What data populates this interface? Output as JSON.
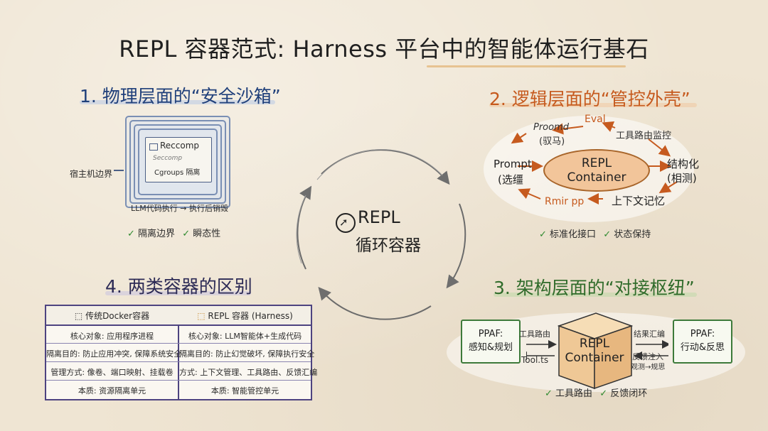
{
  "title": "REPL 容器范式: Harness 平台中的智能体运行基石",
  "section1": {
    "title": "1. 物理层面的“安全沙箱”",
    "card_line1": "Reccomp",
    "card_line2": "Seccomp",
    "card_line3": "Cgroups 隔离",
    "host_label": "宿主机边界",
    "llm_label": "LLM代码执行 → 执行后销毁",
    "checks": [
      "隔离边界",
      "瞬态性"
    ]
  },
  "section2": {
    "title": "2. 逻辑层面的“管控外壳”",
    "container_line1": "REPL",
    "container_line2": "Container",
    "eval": "Eval",
    "proomd": "Proomd",
    "yuma": "(驭马)",
    "tool_monitor": "工具路由监控",
    "prompt": "Prompt",
    "prompt_sub": "(选缰",
    "structured": "结构化",
    "structured_sub": "(相测)",
    "rmir": "Rmir pp",
    "context": "上下文记忆",
    "checks": [
      "标准化接口",
      "状态保持"
    ]
  },
  "center": {
    "line1": "REPL",
    "line2": "循环容器"
  },
  "section4": {
    "title": "4. 两类容器的区别",
    "headers": [
      "传统Docker容器",
      "REPL 容器 (Harness)"
    ],
    "rows": [
      [
        "核心对象: 应用程序进程",
        "核心对象: LLM智能体+生成代码"
      ],
      [
        "隔离目的: 防止应用冲突, 保障系统安全",
        "隔离目的: 防止幻觉破坏, 保障执行安全"
      ],
      [
        "管理方式: 像卷、端口映射、挂载卷",
        "方式: 上下文管理、工具路由、反馈汇编"
      ],
      [
        "本质: 资源隔离单元",
        "本质: 智能管控单元"
      ]
    ]
  },
  "section3": {
    "title": "3. 架构层面的“对接枢纽”",
    "left_box": [
      "PPAF:",
      "感知&规划"
    ],
    "right_box": [
      "PPAF:",
      "行动&反思"
    ],
    "cube_line1": "REPL",
    "cube_line2": "Container",
    "tool_route": "工具路由",
    "tool_ts": "Tool.ts",
    "result_agg": "结果汇编",
    "feedback": "反馈注入",
    "observe": "观测→规思",
    "checks": [
      "工具路由",
      "反馈闭环"
    ]
  },
  "colors": {
    "blue": "#1f3f7a",
    "orange": "#c65a1e",
    "green": "#2f6b2a",
    "purple": "#4d4380"
  }
}
